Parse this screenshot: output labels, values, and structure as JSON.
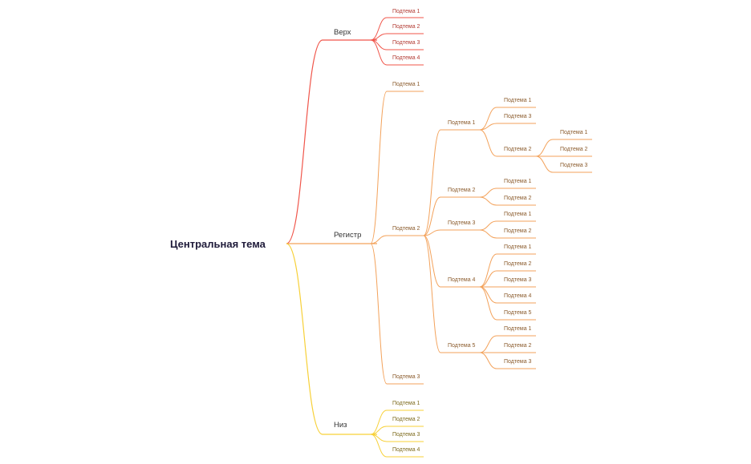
{
  "mindmap": {
    "root": "Центральная тема",
    "branch_colors": {
      "top": "#f0554a",
      "register": "#f3a25b",
      "bottom": "#f7d037"
    },
    "branches": {
      "top": {
        "label": "Верх",
        "children": [
          "Подтема 1",
          "Подтема 2",
          "Подтема 3",
          "Подтема 4"
        ]
      },
      "register": {
        "label": "Регистр",
        "sub1": "Подтема 1",
        "sub2": {
          "label": "Подтема 2",
          "g1": {
            "label": "Подтема 1",
            "c1": "Подтема 1",
            "c2": "Подтема 3",
            "c3": {
              "label": "Подтема 2",
              "children": [
                "Подтема 1",
                "Подтема 2",
                "Подтема 3"
              ]
            }
          },
          "g2": {
            "label": "Подтема 2",
            "children": [
              "Подтема 1",
              "Подтема 2"
            ]
          },
          "g3": {
            "label": "Подтема 3",
            "children": [
              "Подтема 1",
              "Подтема 2"
            ]
          },
          "g4": {
            "label": "Подтема 4",
            "children": [
              "Подтема 1",
              "Подтема 2",
              "Подтема 3",
              "Подтема 4",
              "Подтема 5"
            ]
          },
          "g5": {
            "label": "Подтема 5",
            "children": [
              "Подтема 1",
              "Подтема 2",
              "Подтема 3"
            ]
          }
        },
        "sub3": "Подтема 3"
      },
      "bottom": {
        "label": "Низ",
        "children": [
          "Подтема 1",
          "Подтема 2",
          "Подтема 3",
          "Подтема 4"
        ]
      }
    }
  }
}
